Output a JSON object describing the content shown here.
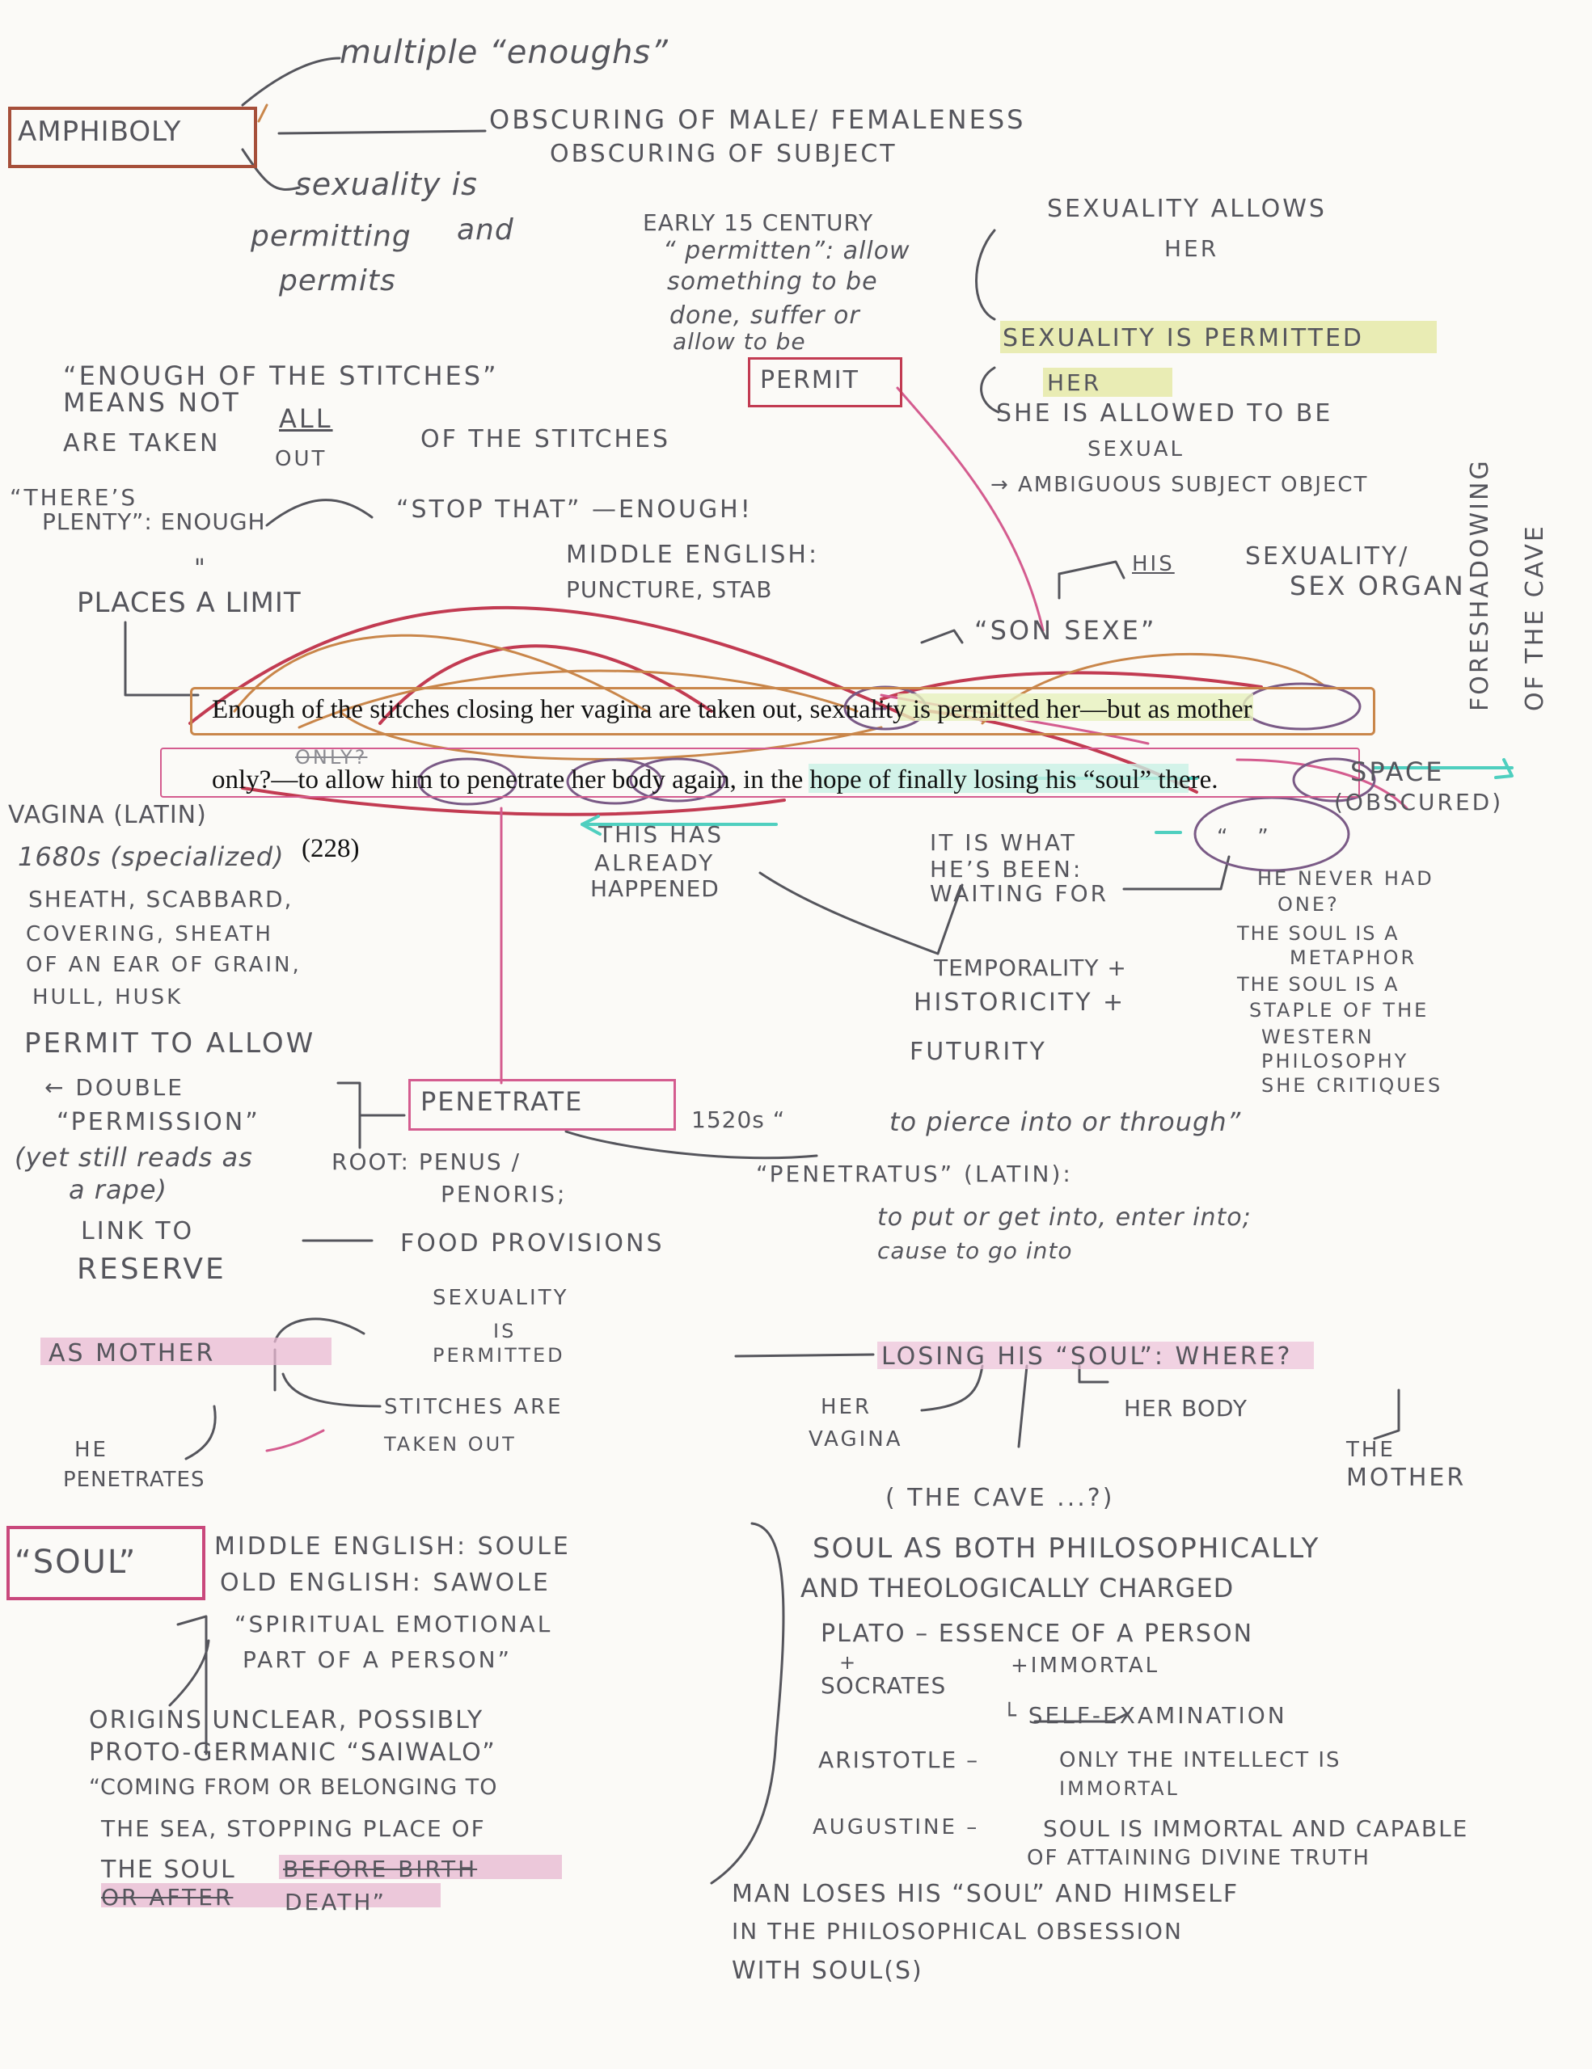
{
  "colors": {
    "pencil": "#55555c",
    "red": "#c23b52",
    "pink": "#d45c8f",
    "orange": "#c9864a",
    "purple": "#7a5a86",
    "highlight_yellow": "#e9ecb4",
    "highlight_teal": "#8fe3d2"
  },
  "header": {
    "multiple_enoughs": "multiple “enoughs”",
    "amphiboly": "AMPHIBOLY",
    "obscuring_male_female": "OBSCURING OF MALE/ FEMALENESS",
    "obscuring_subject": "OBSCURING OF SUBJECT",
    "sexuality_is": "sexuality is",
    "permitting": "permitting",
    "and": "and",
    "permits": "permits"
  },
  "permit_block": {
    "early15": "EARLY 15 CENTURY",
    "permitten": "“ permitten”: allow",
    "something": "something to be",
    "done": "done, suffer or",
    "allow_to_be": "allow to be",
    "permit_box": "PERMIT"
  },
  "right_block": {
    "allows_her": "SEXUALITY ALLOWS",
    "her": "HER",
    "permitted_her": "SEXUALITY IS PERMITTED",
    "her2": "HER",
    "allowed_to_be": "SHE IS ALLOWED TO BE",
    "sexual": "SEXUAL",
    "ambiguous": "→ AMBIGUOUS SUBJECT OBJECT",
    "foreshadowing": "FORESHADOWING",
    "of_the_cave": "OF THE CAVE"
  },
  "stitches_block": {
    "enough_of": "“ENOUGH OF THE STITCHES”",
    "means_not": "MEANS NOT",
    "all": "ALL",
    "of_the_stitches": "OF THE STITCHES",
    "are_taken": "ARE TAKEN",
    "out": "OUT",
    "theres": "“THERE’S",
    "plenty": "PLENTY”: ENOUGH",
    "stop_that": "“STOP THAT” —ENOUGH!",
    "quote_mark": "\"",
    "places_limit": "PLACES A LIMIT",
    "middle_english": "MIDDLE ENGLISH:",
    "puncture": "PUNCTURE, STAB",
    "his": "HIS",
    "his_sexuality": "SEXUALITY/",
    "sex_organ": "SEX ORGAN",
    "son_sexe": "“SON SEXE”"
  },
  "quote": {
    "line1": "Enough of the stitches closing her vagina are taken out, sexuality is permitted her—but as mother",
    "line2": "only?—to allow him to penetrate her body again, in the hope of finally losing his “soul” there.",
    "page": "(228)",
    "struck": "ONLY?"
  },
  "mid_notes": {
    "vagina_latin": "VAGINA (LATIN)",
    "v1680": "1680s (specialized)",
    "sheath": "SHEATH, SCABBARD,",
    "covering": "COVERING, SHEATH",
    "ofanear": "OF AN EAR OF GRAIN,",
    "hull": "HULL, HUSK",
    "permit_to_allow": "PERMIT TO ALLOW",
    "double": "← DOUBLE",
    "permission": "“PERMISSION”",
    "yet_still": "(yet still reads as",
    "a_rape": "a rape)",
    "link_to": "LINK TO",
    "reserve": "RESERVE",
    "this_has": "THIS HAS",
    "already": "ALREADY",
    "happened": "HAPPENED",
    "it_is_what": "IT IS WHAT",
    "hes_been": "HE’S BEEN:",
    "waiting_for": "WAITING FOR",
    "temporality": "TEMPORALITY +",
    "historicity": "HISTORICITY +",
    "futurity": "FUTURITY",
    "space": "SPACE",
    "obscured": "(OBSCURED)",
    "quotes_circle": "“   ”",
    "never_had": "HE NEVER HAD",
    "one": "ONE?",
    "soul_metaphor": "THE SOUL IS A",
    "metaphor": "METAPHOR",
    "soul_staple": "THE SOUL IS A",
    "staple": "STAPLE OF THE",
    "western": "WESTERN",
    "philosophy": "PHILOSOPHY",
    "critiques": "SHE CRITIQUES"
  },
  "penetrate_block": {
    "penetrate": "PENETRATE",
    "s1520": "1520s “",
    "pierce": "to pierce into or through”",
    "root": "ROOT: PENUS /",
    "penoris": "PENORIS;",
    "penetratus": "“PENETRATUS” (LATIN):",
    "put_or_get": "to put or get into, enter into;",
    "cause": "cause to go into",
    "food": "FOOD PROVISIONS"
  },
  "lower_block": {
    "as_mother": "AS MOTHER",
    "sexuality": "SEXUALITY",
    "is": "IS",
    "permitted": "PERMITTED",
    "stitches_are": "STITCHES ARE",
    "taken_out": "TAKEN OUT",
    "he": "HE",
    "penetrates": "PENETRATES",
    "losing": "LOSING HIS “SOUL”: WHERE?",
    "her": "HER",
    "vagina": "VAGINA",
    "her_body": "HER BODY",
    "the": "THE",
    "mother": "MOTHER",
    "cave": "( THE CAVE ...?)"
  },
  "soul_block": {
    "soul_box": "“SOUL”",
    "me_soule": "MIDDLE ENGLISH: SOULE",
    "oe_sawole": "OLD ENGLISH: SAWOLE",
    "spiritual": "“SPIRITUAL EMOTIONAL",
    "part_of": "PART OF A PERSON”",
    "origins": "ORIGINS UNCLEAR, POSSIBLY",
    "proto": "PROTO-GERMANIC “SAIWALO”",
    "coming": "“COMING FROM OR BELONGING TO",
    "the_sea": "THE SEA, STOPPING PLACE OF",
    "the_soul": "THE SOUL",
    "before_birth": "BEFORE BIRTH",
    "or_after": "OR AFTER",
    "death": "DEATH”",
    "soul_as": "SOUL AS BOTH PHILOSOPHICALLY",
    "and_theo": "AND THEOLOGICALLY CHARGED",
    "plato": "PLATO – ESSENCE OF A PERSON",
    "plus": "+",
    "socrates": "SOCRATES",
    "immortal": "+IMMORTAL",
    "self_exam": "└ SELF-EXAMINATION",
    "aristotle": "ARISTOTLE –",
    "only_intellect": "ONLY THE INTELLECT IS",
    "immortal2": "IMMORTAL",
    "augustine": "AUGUSTINE –",
    "soul_immortal": "SOUL IS IMMORTAL AND CAPABLE",
    "attaining": "OF ATTAINING DIVINE TRUTH",
    "man_loses": "MAN LOSES HIS “SOUL” AND HIMSELF",
    "in_the": "IN THE PHILOSOPHICAL OBSESSION",
    "with": "WITH SOUL(S)"
  }
}
